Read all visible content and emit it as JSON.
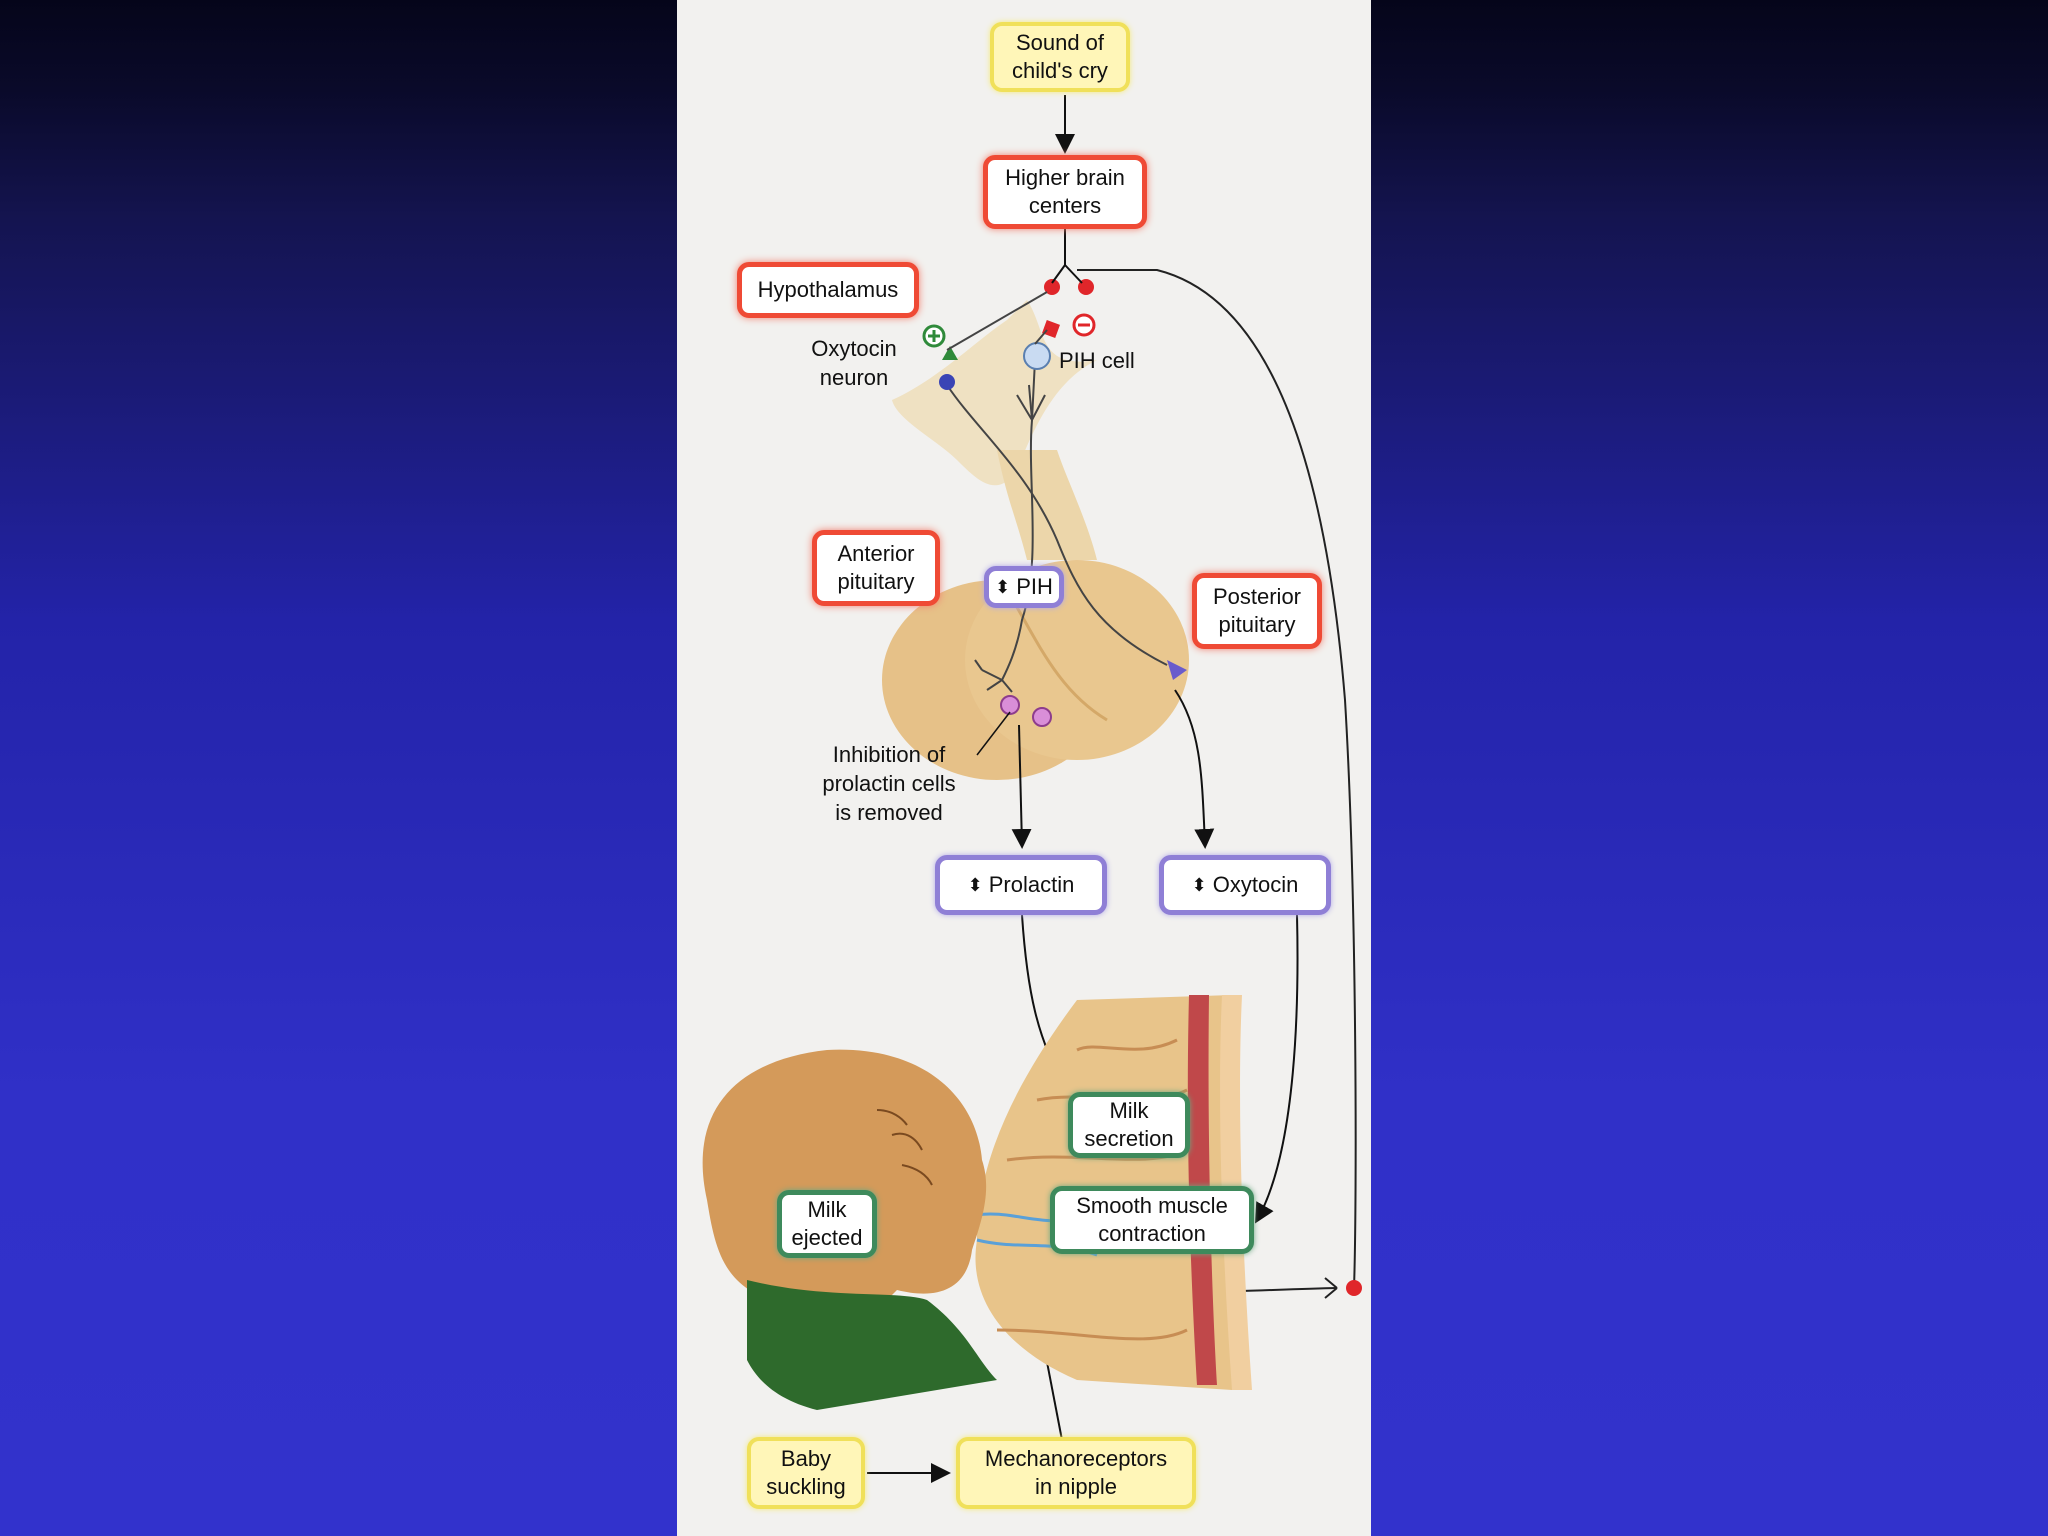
{
  "diagram": {
    "boxes": {
      "sound_cry": "Sound of\nchild's cry",
      "higher_brain": "Higher brain\ncenters",
      "hypothalamus": "Hypothalamus",
      "anterior_pituitary": "Anterior\npituitary",
      "posterior_pituitary": "Posterior\npituitary",
      "pih": "PIH",
      "prolactin": "Prolactin",
      "oxytocin": "Oxytocin",
      "milk_secretion": "Milk\nsecretion",
      "smooth_muscle": "Smooth muscle\ncontraction",
      "milk_ejected": "Milk\nejected",
      "baby_suckling": "Baby\nsuckling",
      "mechanoreceptors": "Mechanoreceptors\nin nipple"
    },
    "labels": {
      "oxytocin_neuron": "Oxytocin\nneuron",
      "pih_cell": "PIH cell",
      "inhibition": "Inhibition of\nprolactin cells\nis removed"
    },
    "increase_glyph": "⬍",
    "colors": {
      "background_top": "#05051a",
      "background_bottom": "#3232cc",
      "panel": "#f2f1ef",
      "red_box": "#ef4a35",
      "yellow_box": "#f0e05a",
      "purple_box": "#8f7fd6",
      "green_box": "#3e8a5c",
      "gland": "#e8c48e"
    }
  }
}
